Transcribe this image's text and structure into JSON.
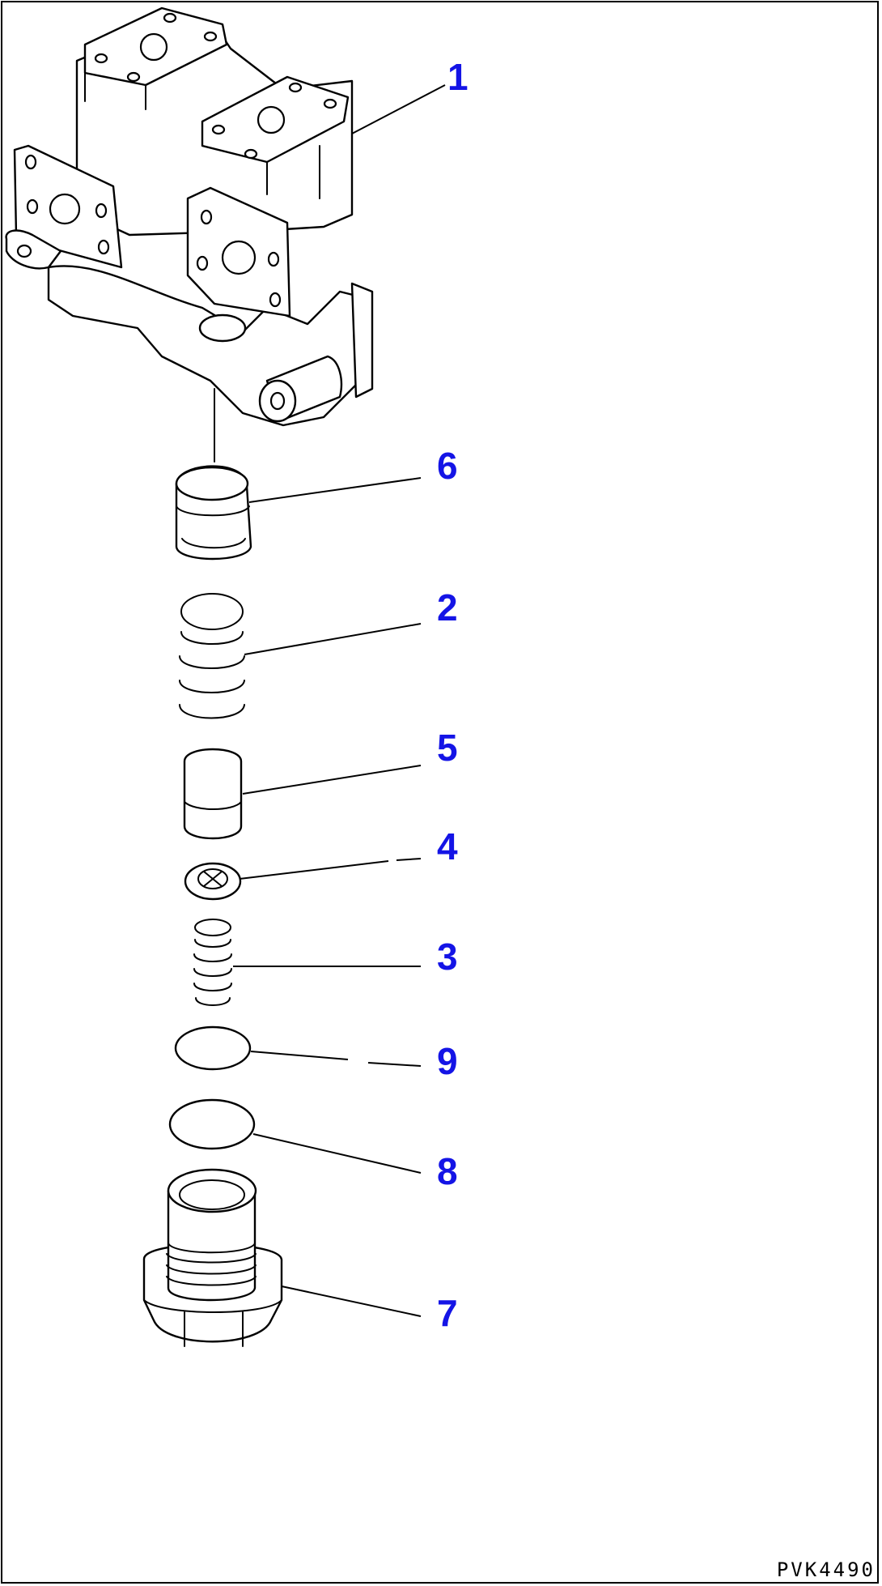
{
  "callouts": [
    {
      "id": "c1",
      "label": "1"
    },
    {
      "id": "c6",
      "label": "6"
    },
    {
      "id": "c2",
      "label": "2"
    },
    {
      "id": "c5",
      "label": "5"
    },
    {
      "id": "c4",
      "label": "4"
    },
    {
      "id": "c3",
      "label": "3"
    },
    {
      "id": "c9",
      "label": "9"
    },
    {
      "id": "c8",
      "label": "8"
    },
    {
      "id": "c7",
      "label": "7"
    }
  ],
  "drawing_code": "PVK4490",
  "colors": {
    "callout": "#1414e6",
    "line": "#000000",
    "background": "#ffffff"
  }
}
